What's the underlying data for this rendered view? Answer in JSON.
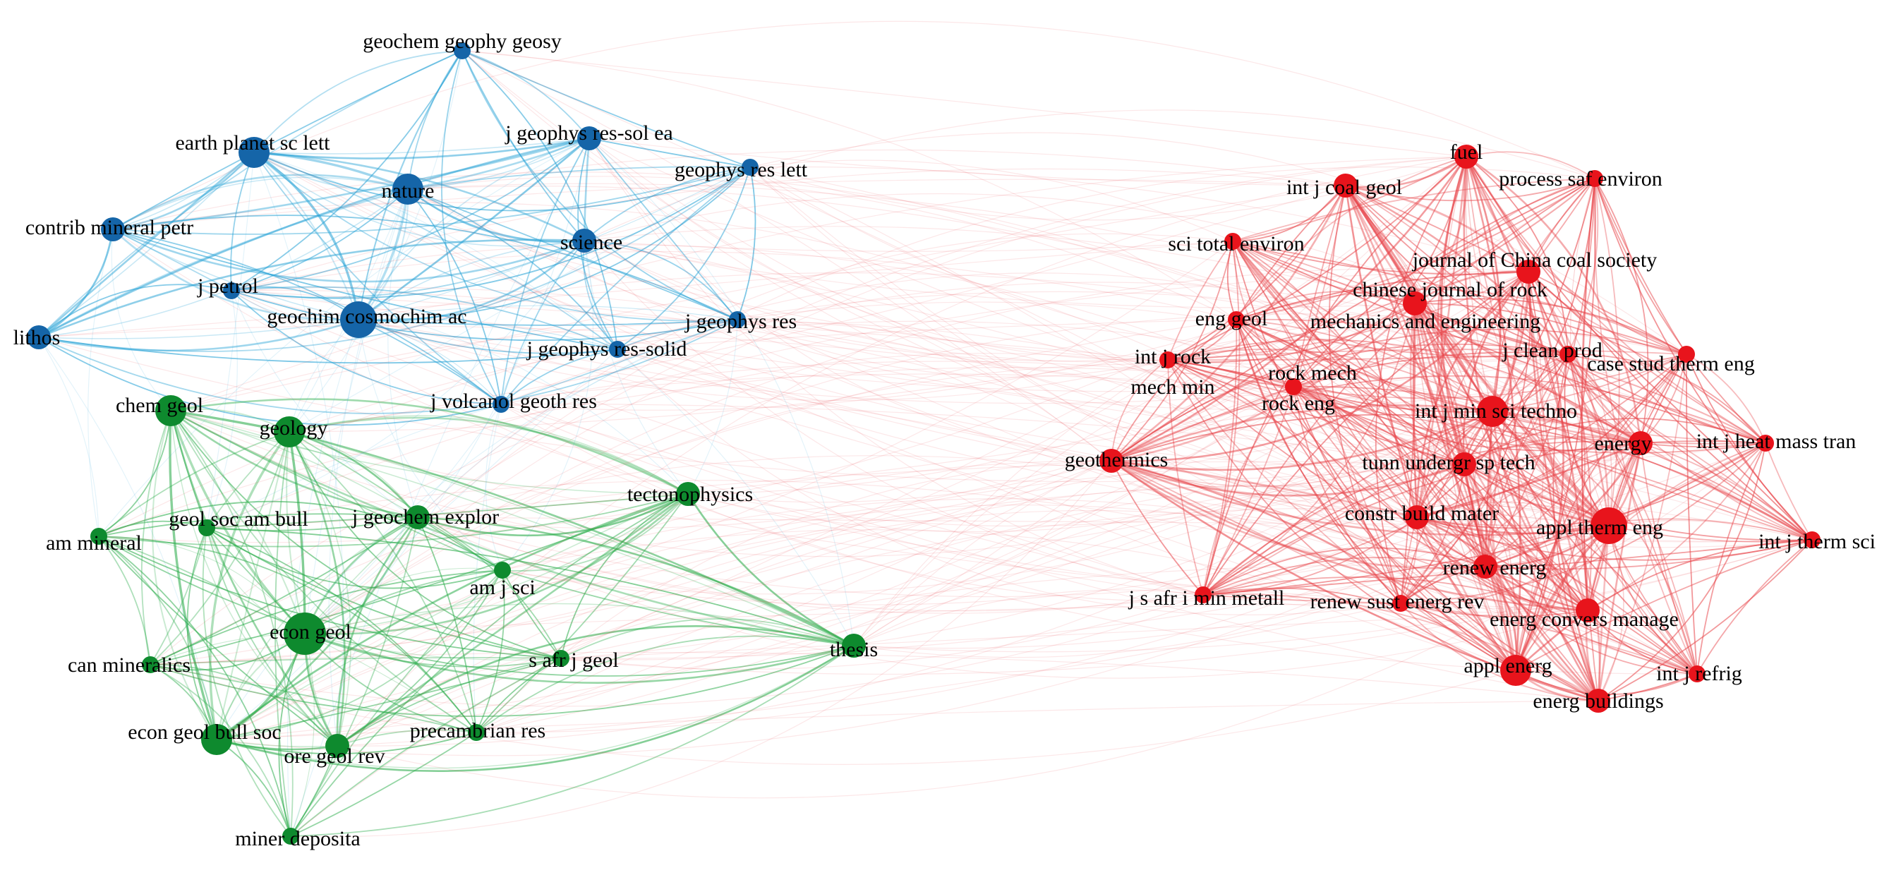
{
  "clusters": {
    "blue": {
      "node_color": "#1565a8",
      "edge_color": "#29a3d6"
    },
    "green": {
      "node_color": "#0e8a2e",
      "edge_color": "#2fae4e"
    },
    "red": {
      "node_color": "#e8141c",
      "edge_color": "#e8474c"
    }
  },
  "nodes": [
    {
      "id": "geochem-geophy-geosy",
      "label": "geochem geophy geosy",
      "cluster": "blue",
      "size": 1
    },
    {
      "id": "earth-planet-sc-lett",
      "label": "earth planet sc lett",
      "cluster": "blue",
      "size": 3
    },
    {
      "id": "j-geophys-res-sol-ea",
      "label": "j geophys res-sol ea",
      "cluster": "blue",
      "size": 2
    },
    {
      "id": "geophys-res-lett",
      "label": "geophys res lett",
      "cluster": "blue",
      "size": 1
    },
    {
      "id": "nature",
      "label": "nature",
      "cluster": "blue",
      "size": 3
    },
    {
      "id": "contrib-mineral-petr",
      "label": "contrib mineral petr",
      "cluster": "blue",
      "size": 2
    },
    {
      "id": "science",
      "label": "science",
      "cluster": "blue",
      "size": 2
    },
    {
      "id": "j-petrol",
      "label": "j petrol",
      "cluster": "blue",
      "size": 1
    },
    {
      "id": "geochim-cosmochim-ac",
      "label": "geochim cosmochim ac",
      "cluster": "blue",
      "size": 4
    },
    {
      "id": "lithos",
      "label": "lithos",
      "cluster": "blue",
      "size": 2
    },
    {
      "id": "j-geophys-res",
      "label": "j geophys res",
      "cluster": "blue",
      "size": 1
    },
    {
      "id": "j-geophys-res-solid",
      "label": "j geophys res-solid",
      "cluster": "blue",
      "size": 1
    },
    {
      "id": "j-volcanol-geoth-res",
      "label": "j volcanol geoth res",
      "cluster": "blue",
      "size": 1
    },
    {
      "id": "chem-geol",
      "label": "chem geol",
      "cluster": "green",
      "size": 3
    },
    {
      "id": "geology",
      "label": "geology",
      "cluster": "green",
      "size": 3
    },
    {
      "id": "tectonophysics",
      "label": "tectonophysics",
      "cluster": "green",
      "size": 2
    },
    {
      "id": "geol-soc-am-bull",
      "label": "geol soc am bull",
      "cluster": "green",
      "size": 1
    },
    {
      "id": "j-geochem-explor",
      "label": "j geochem explor",
      "cluster": "green",
      "size": 2
    },
    {
      "id": "am-mineral",
      "label": "am mineral",
      "cluster": "green",
      "size": 1
    },
    {
      "id": "am-j-sci",
      "label": "am j sci",
      "cluster": "green",
      "size": 1
    },
    {
      "id": "econ-geol",
      "label": "econ geol",
      "cluster": "green",
      "size": 5
    },
    {
      "id": "thesis",
      "label": "thesis",
      "cluster": "green",
      "size": 2
    },
    {
      "id": "can-mineralics",
      "label": "can mineralics",
      "cluster": "green",
      "size": 1
    },
    {
      "id": "s-afr-j-geol",
      "label": "s afr j geol",
      "cluster": "green",
      "size": 1
    },
    {
      "id": "econ-geol-bull-soc",
      "label": "econ geol bull soc",
      "cluster": "green",
      "size": 3
    },
    {
      "id": "precambrian-res",
      "label": "precambrian res",
      "cluster": "green",
      "size": 1
    },
    {
      "id": "ore-geol-rev",
      "label": "ore geol rev",
      "cluster": "green",
      "size": 2
    },
    {
      "id": "miner-deposita",
      "label": "miner deposita",
      "cluster": "green",
      "size": 1
    },
    {
      "id": "fuel",
      "label": "fuel",
      "cluster": "red",
      "size": 2
    },
    {
      "id": "int-j-coal-geol",
      "label": "int j coal geol",
      "cluster": "red",
      "size": 2
    },
    {
      "id": "process-saf-environ",
      "label": "process saf environ",
      "cluster": "red",
      "size": 1
    },
    {
      "id": "sci-total-environ",
      "label": "sci total environ",
      "cluster": "red",
      "size": 1
    },
    {
      "id": "journal-of-china-coal-society",
      "label": "journal of China coal society",
      "cluster": "red",
      "size": 2
    },
    {
      "id": "chinese-journal-of-rock",
      "label": "chinese journal of rock",
      "cluster": "red",
      "size": 2
    },
    {
      "id": "mechanics-and-engineering",
      "label": "mechanics and engineering",
      "cluster": "red",
      "size": 0
    },
    {
      "id": "eng-geol",
      "label": "eng geol",
      "cluster": "red",
      "size": 1
    },
    {
      "id": "j-clean-prod",
      "label": "j clean prod",
      "cluster": "red",
      "size": 1
    },
    {
      "id": "int-j-rock",
      "label": "int j rock",
      "cluster": "red",
      "size": 1
    },
    {
      "id": "mech-min",
      "label": "mech min",
      "cluster": "red",
      "size": 0
    },
    {
      "id": "case-stud-therm-eng",
      "label": "case stud therm eng",
      "cluster": "red",
      "size": 1
    },
    {
      "id": "rock-mech",
      "label": "rock mech",
      "cluster": "red",
      "size": 1
    },
    {
      "id": "rock-eng",
      "label": "rock eng",
      "cluster": "red",
      "size": 0
    },
    {
      "id": "int-j-min-sci-techno",
      "label": "int j min sci techno",
      "cluster": "red",
      "size": 3
    },
    {
      "id": "energy",
      "label": "energy",
      "cluster": "red",
      "size": 2
    },
    {
      "id": "int-j-heat-mass-tran",
      "label": "int j heat mass tran",
      "cluster": "red",
      "size": 1
    },
    {
      "id": "geothermics",
      "label": "geothermics",
      "cluster": "red",
      "size": 2
    },
    {
      "id": "tunn-undergr-sp-tech",
      "label": "tunn undergr sp tech",
      "cluster": "red",
      "size": 2
    },
    {
      "id": "constr-build-mater",
      "label": "constr build mater",
      "cluster": "red",
      "size": 2
    },
    {
      "id": "appl-therm-eng",
      "label": "appl therm eng",
      "cluster": "red",
      "size": 4
    },
    {
      "id": "int-j-therm-sci",
      "label": "int j therm sci",
      "cluster": "red",
      "size": 1
    },
    {
      "id": "renew-energ",
      "label": "renew energ",
      "cluster": "red",
      "size": 2
    },
    {
      "id": "j-s-afr-i-min-metall",
      "label": "j s afr i min metall",
      "cluster": "red",
      "size": 1
    },
    {
      "id": "renew-sust-energ-rev",
      "label": "renew sust energ rev",
      "cluster": "red",
      "size": 1
    },
    {
      "id": "energ-convers-manage",
      "label": "energ convers manage",
      "cluster": "red",
      "size": 2
    },
    {
      "id": "appl-energ",
      "label": "appl energ",
      "cluster": "red",
      "size": 3
    },
    {
      "id": "int-j-refrig",
      "label": "int j refrig",
      "cluster": "red",
      "size": 1
    },
    {
      "id": "energ-buildings",
      "label": "energ buildings",
      "cluster": "red",
      "size": 2
    }
  ]
}
